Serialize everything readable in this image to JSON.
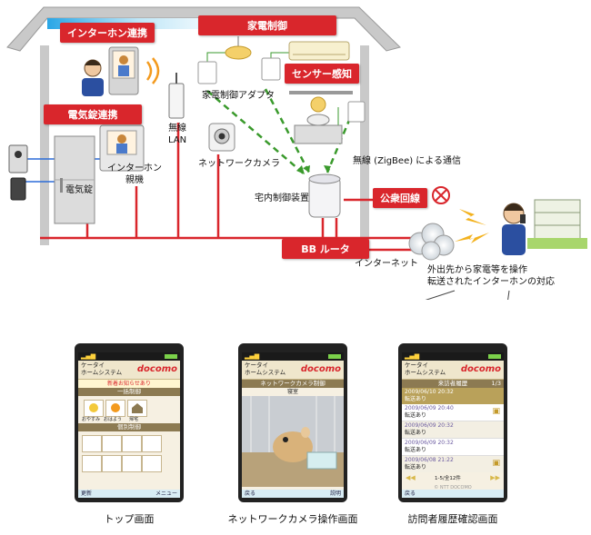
{
  "labels": {
    "interphone_link": "インターホン連携",
    "appliance_control": "家電制御",
    "sensor": "センサー感知",
    "lock_link": "電気錠連携",
    "adapter": "家電制御アダプタ",
    "wireless_lan": "無線\nLAN",
    "network_camera": "ネットワークカメラ",
    "zigbee": "無線 (ZigBee) による通信",
    "interphone_unit": "インターホン\n親機",
    "electric_lock": "電気錠",
    "home_controller": "宅内制御装置",
    "public_line": "公衆回線",
    "bb_router": "BB ルータ",
    "internet": "インターネット",
    "remote_note": "外出先から家電等を操作\n転送されたインターホンの対応"
  },
  "phones": [
    {
      "caption": "トップ画面",
      "app_title": "ケータイ\nホームシステム",
      "brand": "docomo",
      "notice": "新着お知らせあり",
      "section1": "一括制御",
      "section2": "個別制御",
      "quick": [
        "おやすみ",
        "おはよう",
        "帰宅"
      ],
      "soft_left": "更新",
      "soft_right": "メニュー"
    },
    {
      "caption": "ネットワークカメラ操作画面",
      "app_title": "ケータイ\nホームシステム",
      "brand": "docomo",
      "screen_title": "ネットワークカメラ制御",
      "room": "寝室",
      "soft_left": "戻る",
      "soft_right": "説明"
    },
    {
      "caption": "訪問者履歴確認画面",
      "app_title": "ケータイ\nホームシステム",
      "brand": "docomo",
      "screen_title": "来訪者履歴",
      "page": "1/3",
      "entries": [
        {
          "date": "2009/06/10 20:32",
          "status": "転送あり"
        },
        {
          "date": "2009/06/09 20:40",
          "status": "転送あり"
        },
        {
          "date": "2009/06/09 20:32",
          "status": "転送あり"
        },
        {
          "date": "2009/06/09 20:32",
          "status": "転送あり"
        },
        {
          "date": "2009/06/08 21:22",
          "status": "転送あり"
        }
      ],
      "count": "1-5/全12件",
      "copyright": "© NTT DOCOMO",
      "soft_left": "戻る"
    }
  ],
  "colors": {
    "red": "#d9262c",
    "green_dash": "#3a9a2c",
    "blue_line": "#2b6cd8"
  }
}
